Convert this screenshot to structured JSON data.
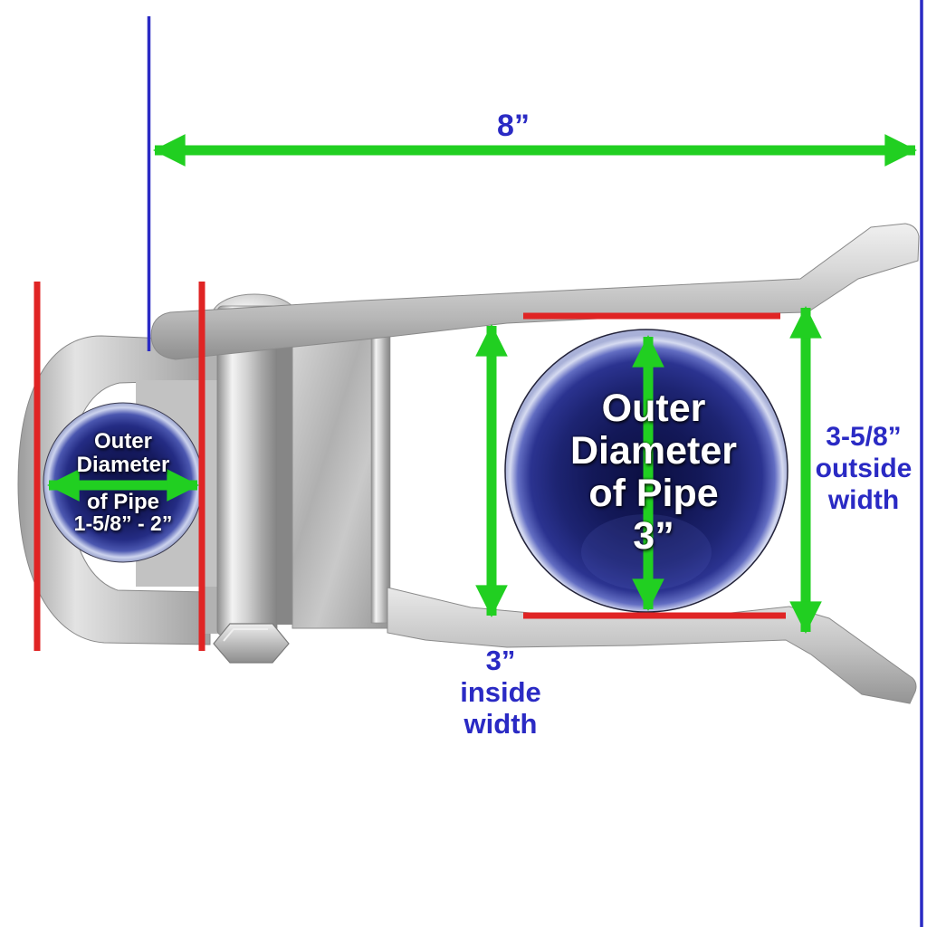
{
  "diagram": {
    "type": "product-dimension-diagram",
    "subject": "galvanized chain link fence gate hinge / pipe clamp, end view with dimension callouts"
  },
  "colors": {
    "background": "#ffffff",
    "dimension_arrow_green": "#21cf21",
    "reference_line_red": "#e02424",
    "guide_line_blue": "#2a2ac4",
    "label_text_blue": "#2a2ac4",
    "pipe_fill_navy": "#151a5e",
    "pipe_label_white": "#ffffff",
    "metal_silver": "#c6c6c6"
  },
  "labels": {
    "overall_length": "8”",
    "outside_width": [
      "3-5/8”",
      "outside",
      "width"
    ],
    "inside_width": [
      "3”",
      "inside",
      "width"
    ],
    "small_pipe": [
      "Outer",
      "Diameter",
      "of Pipe",
      "1-5/8” - 2”"
    ],
    "large_pipe": [
      "Outer",
      "Diameter",
      "of Pipe",
      "3”"
    ]
  }
}
